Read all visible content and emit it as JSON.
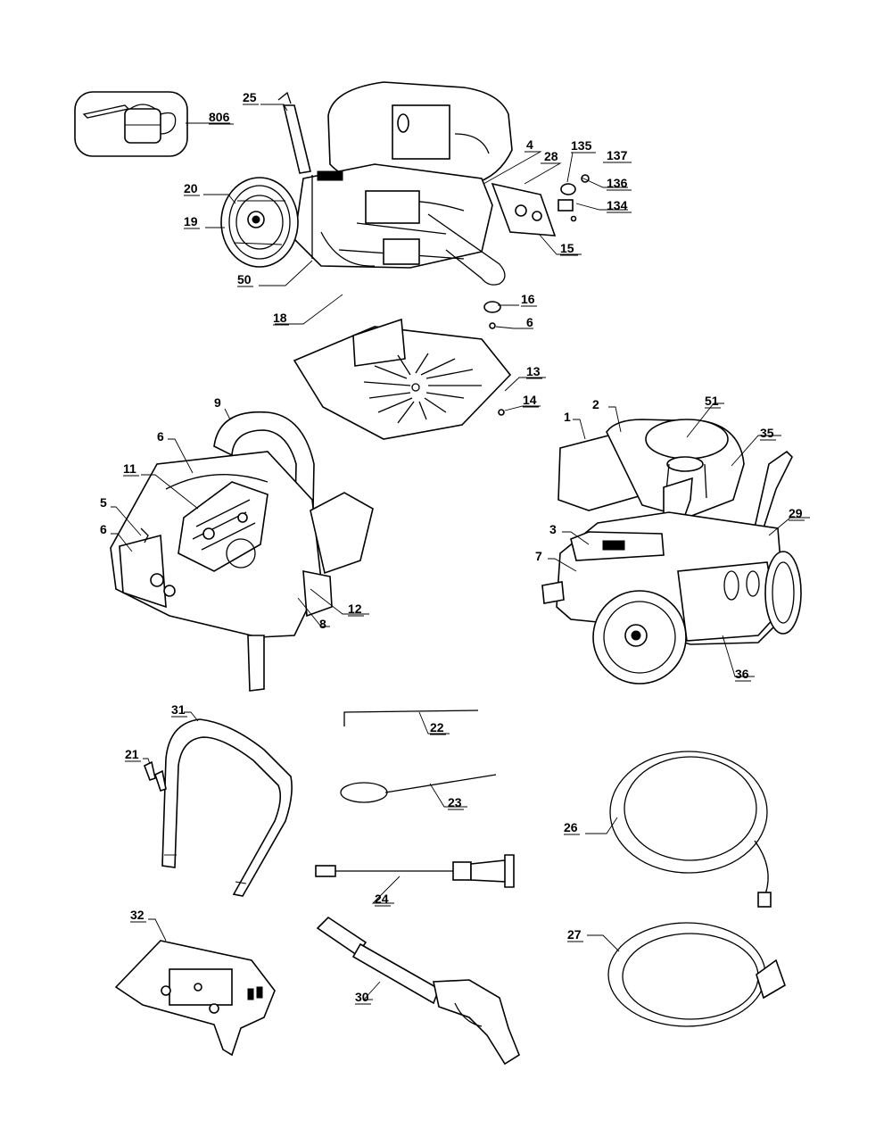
{
  "diagram": {
    "callouts": {
      "c806": "806",
      "c25": "25",
      "c4": "4",
      "c28": "28",
      "c135": "135",
      "c137": "137",
      "c136": "136",
      "c134": "134",
      "c20": "20",
      "c19": "19",
      "c15": "15",
      "c50": "50",
      "c16": "16",
      "c6a": "6",
      "c18": "18",
      "c13": "13",
      "c14": "14",
      "c9": "9",
      "c6b": "6",
      "c11": "11",
      "c5": "5",
      "c6c": "6",
      "c12": "12",
      "c8": "8",
      "c1": "1",
      "c2": "2",
      "c51": "51",
      "c35": "35",
      "c29": "29",
      "c3": "3",
      "c7": "7",
      "c36": "36",
      "c31": "31",
      "c22": "22",
      "c21": "21",
      "c23": "23",
      "c26": "26",
      "c24": "24",
      "c32": "32",
      "c30": "30",
      "c27": "27"
    }
  }
}
